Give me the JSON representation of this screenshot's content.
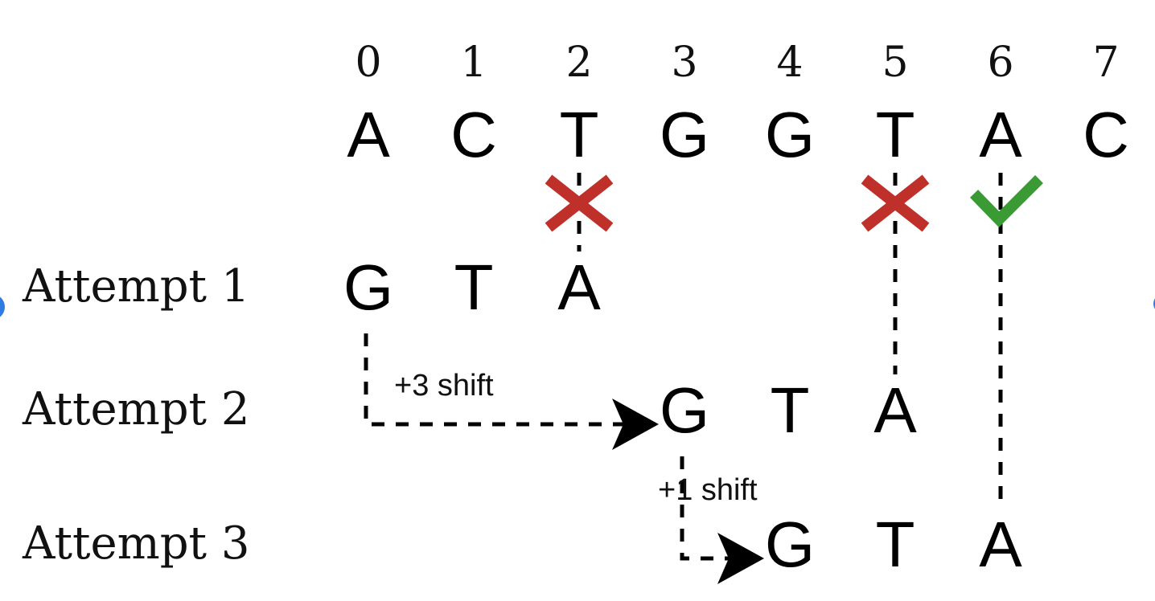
{
  "indices": [
    "0",
    "1",
    "2",
    "3",
    "4",
    "5",
    "6",
    "7"
  ],
  "text": [
    "A",
    "C",
    "T",
    "G",
    "G",
    "T",
    "A",
    "C"
  ],
  "pattern": [
    "G",
    "T",
    "A"
  ],
  "attempts": [
    {
      "label": "Attempt 1",
      "offset": 0
    },
    {
      "label": "Attempt 2",
      "offset": 3
    },
    {
      "label": "Attempt 3",
      "offset": 4
    }
  ],
  "shifts": [
    {
      "label": "+3 shift",
      "amount": 3
    },
    {
      "label": "+1 shift",
      "amount": 1
    }
  ],
  "comparisons": [
    {
      "position": 2,
      "result": "mismatch",
      "attempt": 1
    },
    {
      "position": 5,
      "result": "mismatch",
      "attempt": 2
    },
    {
      "position": 6,
      "result": "match",
      "attempt": 3
    }
  ],
  "colors": {
    "mismatch": "#c0302a",
    "match": "#3a9b35",
    "edge_marker": "#2f7ce0"
  }
}
